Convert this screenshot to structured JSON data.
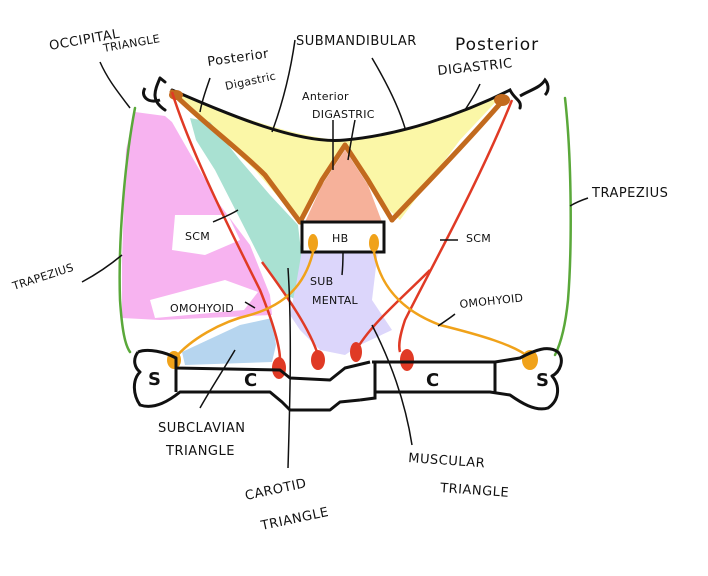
{
  "colors": {
    "occipital": "#f7b3f0",
    "submandibular": "#fbf7a7",
    "submental": "#dcd6fb",
    "subclavian": "#b6d5ef",
    "carotid": "#a9e1d2",
    "hyoid_region": "#f6b19a",
    "trapezius": "#5aa83a",
    "scm": "#e03a25",
    "digastric": "#c26a1e",
    "omohyoid": "#f0a21a",
    "outline": "#111111"
  },
  "labels": {
    "occipital": {
      "line1": "OCCIPITAL",
      "line2": "TRIANGLE"
    },
    "submandibular": "SUBMANDIBULAR",
    "posterior_digastric_left": {
      "line1": "Posterior",
      "line2": "Digastric"
    },
    "posterior_digastric_right": {
      "line1": "Posterior",
      "line2": "DIGASTRIC"
    },
    "anterior_digastric": {
      "line1": "Anterior",
      "line2": "DIGASTRIC"
    },
    "trapezius_left": "TRAPEZIUS",
    "trapezius_right": "TRAPEZIUS",
    "scm_left": "SCM",
    "scm_right": "SCM",
    "hyoid": "HB",
    "submental": {
      "line1": "SUB",
      "line2": "MENTAL"
    },
    "omohyoid_left": "OMOHYOID",
    "omohyoid_right": "OMOHYOID",
    "subclavian": {
      "line1": "SUBCLAVIAN",
      "line2": "TRIANGLE"
    },
    "carotid": {
      "line1": "CAROTID",
      "line2": "TRIANGLE"
    },
    "muscular": {
      "line1": "MUSCULAR",
      "line2": "TRIANGLE"
    },
    "scapula_left": "S",
    "clavicle_left": "C",
    "clavicle_right": "C",
    "scapula_right": "S"
  }
}
